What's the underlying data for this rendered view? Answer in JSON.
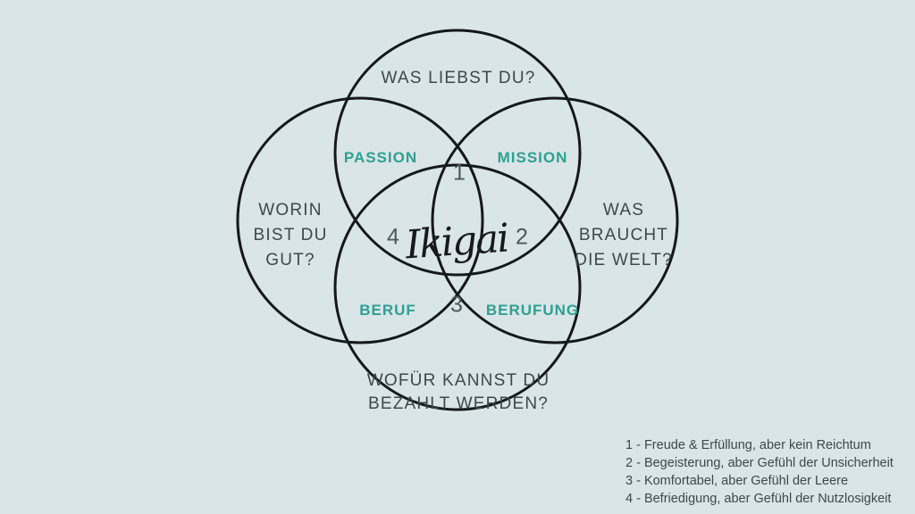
{
  "colors": {
    "background": "#d9e5e7",
    "circle_stroke": "#15181a",
    "question_text": "#3e4849",
    "accent_teal": "#2ea092",
    "number_text": "#4d585a",
    "legend_text": "#3e4849"
  },
  "diagram": {
    "center_label": "Ikigai",
    "questions": {
      "top": "WAS LIEBST DU?",
      "left": [
        "WORIN",
        "BIST DU",
        "GUT?"
      ],
      "right": [
        "WAS",
        "BRAUCHT",
        "DIE WELT?"
      ],
      "bottom": [
        "WOFÜR KANNST DU",
        "BEZAHLT WERDEN?"
      ]
    },
    "overlaps": {
      "passion": "PASSION",
      "mission": "MISSION",
      "beruf": "BERUF",
      "berufung": "BERUFUNG"
    },
    "numbers": {
      "n1": "1",
      "n2": "2",
      "n3": "3",
      "n4": "4"
    }
  },
  "legend": {
    "items": [
      "1 - Freude & Erfüllung, aber kein Reichtum",
      "2 - Begeisterung, aber Gefühl der Unsicherheit",
      "3 - Komfortabel, aber Gefühl der Leere",
      "4 - Befriedigung, aber Gefühl der Nutzlosigkeit"
    ]
  }
}
